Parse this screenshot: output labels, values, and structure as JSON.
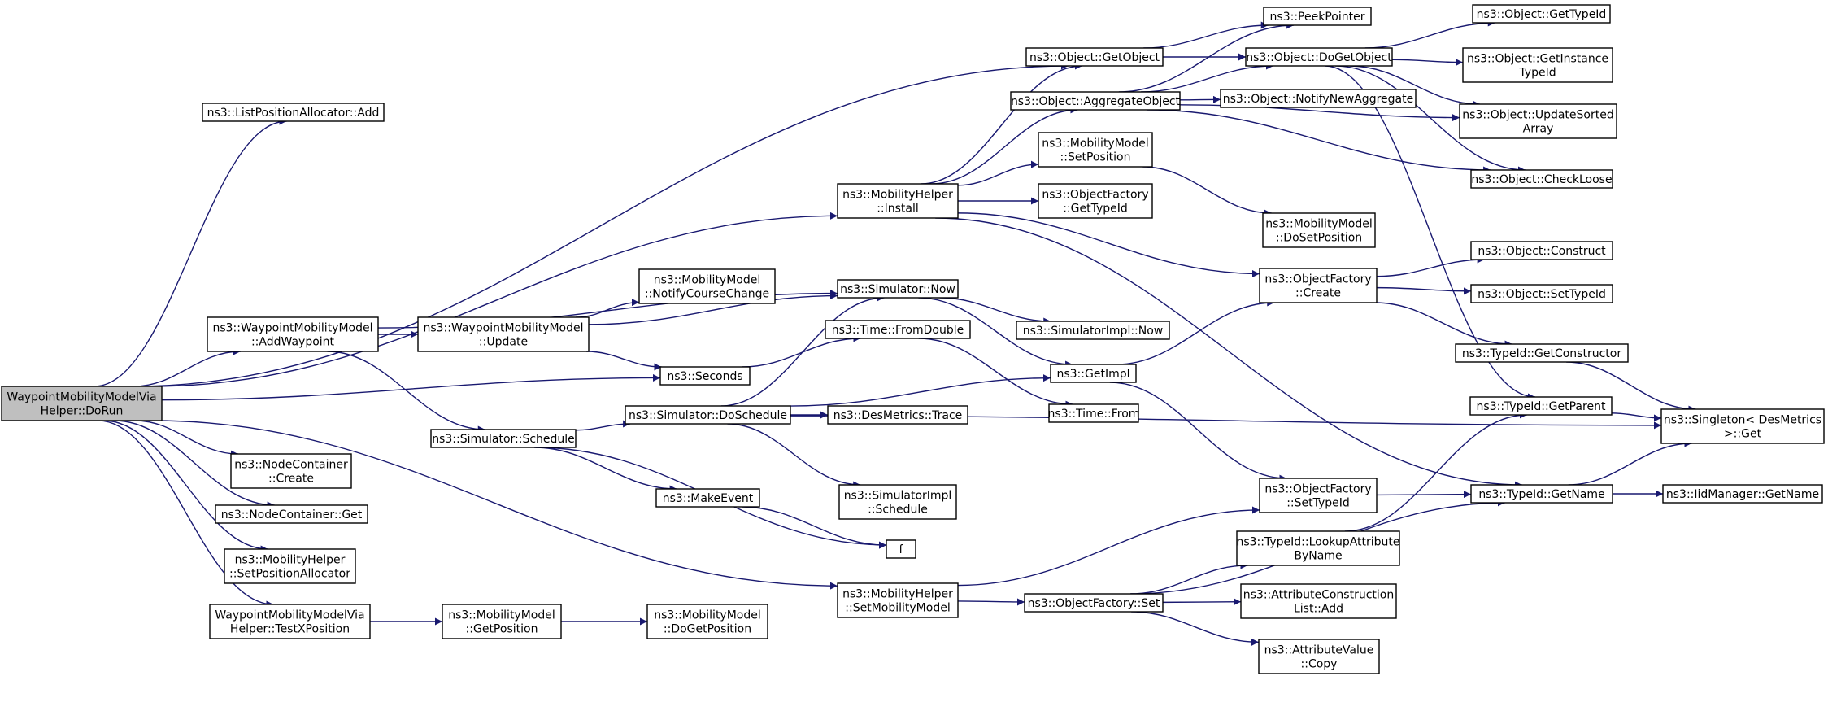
{
  "colors": {
    "edge": "#191970",
    "node_fill": "#ffffff",
    "root_fill": "#bfbfbf",
    "border_normal": "#000000",
    "border_truncated": "#ff0000"
  },
  "nodes": [
    {
      "id": "root",
      "lines": [
        "WaypointMobilityModelVia",
        "Helper::DoRun"
      ],
      "style": "root"
    },
    {
      "id": "lpa_add",
      "lines": [
        "ns3::ListPositionAllocator::Add"
      ],
      "style": "normal"
    },
    {
      "id": "wp_add",
      "lines": [
        "ns3::WaypointMobilityModel",
        "::AddWaypoint"
      ],
      "style": "normal"
    },
    {
      "id": "nc_create",
      "lines": [
        "ns3::NodeContainer",
        "::Create"
      ],
      "style": "normal"
    },
    {
      "id": "nc_get",
      "lines": [
        "ns3::NodeContainer::Get"
      ],
      "style": "normal"
    },
    {
      "id": "mh_setpos",
      "lines": [
        "ns3::MobilityHelper",
        "::SetPositionAllocator"
      ],
      "style": "normal"
    },
    {
      "id": "testx",
      "lines": [
        "WaypointMobilityModelVia",
        "Helper::TestXPosition"
      ],
      "style": "normal"
    },
    {
      "id": "wp_update",
      "lines": [
        "ns3::WaypointMobilityModel",
        "::Update"
      ],
      "style": "normal"
    },
    {
      "id": "sim_schedule",
      "lines": [
        "ns3::Simulator::Schedule"
      ],
      "style": "normal"
    },
    {
      "id": "mm_getpos",
      "lines": [
        "ns3::MobilityModel",
        "::GetPosition"
      ],
      "style": "normal"
    },
    {
      "id": "mm_notify",
      "lines": [
        "ns3::MobilityModel",
        "::NotifyCourseChange"
      ],
      "style": "normal"
    },
    {
      "id": "seconds",
      "lines": [
        "ns3::Seconds"
      ],
      "style": "normal"
    },
    {
      "id": "sim_dosched",
      "lines": [
        "ns3::Simulator::DoSchedule"
      ],
      "style": "normal"
    },
    {
      "id": "makeevent",
      "lines": [
        "ns3::MakeEvent"
      ],
      "style": "normal"
    },
    {
      "id": "mm_dogetpos",
      "lines": [
        "ns3::MobilityModel",
        "::DoGetPosition"
      ],
      "style": "normal"
    },
    {
      "id": "mh_install",
      "lines": [
        "ns3::MobilityHelper",
        "::Install"
      ],
      "style": "normal"
    },
    {
      "id": "sim_now",
      "lines": [
        "ns3::Simulator::Now"
      ],
      "style": "normal"
    },
    {
      "id": "time_fromdouble",
      "lines": [
        "ns3::Time::FromDouble"
      ],
      "style": "normal"
    },
    {
      "id": "desmetrics_trace",
      "lines": [
        "ns3::DesMetrics::Trace"
      ],
      "style": "truncated"
    },
    {
      "id": "simimpl_schedule",
      "lines": [
        "ns3::SimulatorImpl",
        "::Schedule"
      ],
      "style": "normal"
    },
    {
      "id": "f",
      "lines": [
        "f"
      ],
      "style": "normal"
    },
    {
      "id": "mh_setmm",
      "lines": [
        "ns3::MobilityHelper",
        "::SetMobilityModel"
      ],
      "style": "normal"
    },
    {
      "id": "obj_getobject",
      "lines": [
        "ns3::Object::GetObject"
      ],
      "style": "normal"
    },
    {
      "id": "obj_aggregate",
      "lines": [
        "ns3::Object::AggregateObject"
      ],
      "style": "normal"
    },
    {
      "id": "mm_setposition",
      "lines": [
        "ns3::MobilityModel",
        "::SetPosition"
      ],
      "style": "normal"
    },
    {
      "id": "of_gettypeid",
      "lines": [
        "ns3::ObjectFactory",
        "::GetTypeId"
      ],
      "style": "normal"
    },
    {
      "id": "simimpl_now",
      "lines": [
        "ns3::SimulatorImpl::Now"
      ],
      "style": "normal"
    },
    {
      "id": "getimpl",
      "lines": [
        "ns3::GetImpl"
      ],
      "style": "truncated"
    },
    {
      "id": "time_from",
      "lines": [
        "ns3::Time::From"
      ],
      "style": "truncated"
    },
    {
      "id": "of_set",
      "lines": [
        "ns3::ObjectFactory::Set"
      ],
      "style": "normal"
    },
    {
      "id": "peekpointer",
      "lines": [
        "ns3::PeekPointer"
      ],
      "style": "normal"
    },
    {
      "id": "obj_dogetobject",
      "lines": [
        "ns3::Object::DoGetObject"
      ],
      "style": "normal"
    },
    {
      "id": "obj_notifyagg",
      "lines": [
        "ns3::Object::NotifyNewAggregate"
      ],
      "style": "normal"
    },
    {
      "id": "mm_dosetpos",
      "lines": [
        "ns3::MobilityModel",
        "::DoSetPosition"
      ],
      "style": "normal"
    },
    {
      "id": "of_create",
      "lines": [
        "ns3::ObjectFactory",
        "::Create"
      ],
      "style": "normal"
    },
    {
      "id": "of_settypeid",
      "lines": [
        "ns3::ObjectFactory",
        "::SetTypeId"
      ],
      "style": "normal"
    },
    {
      "id": "tid_lookupattr",
      "lines": [
        "ns3::TypeId::LookupAttribute",
        "ByName"
      ],
      "style": "truncated"
    },
    {
      "id": "acl_add",
      "lines": [
        "ns3::AttributeConstruction",
        "List::Add"
      ],
      "style": "normal"
    },
    {
      "id": "av_copy",
      "lines": [
        "ns3::AttributeValue",
        "::Copy"
      ],
      "style": "normal"
    },
    {
      "id": "obj_gettypeid",
      "lines": [
        "ns3::Object::GetTypeId"
      ],
      "style": "truncated"
    },
    {
      "id": "obj_getinsttypeid",
      "lines": [
        "ns3::Object::GetInstance",
        "TypeId"
      ],
      "style": "normal"
    },
    {
      "id": "obj_updatesorted",
      "lines": [
        "ns3::Object::UpdateSorted",
        "Array"
      ],
      "style": "normal"
    },
    {
      "id": "obj_checkloose",
      "lines": [
        "ns3::Object::CheckLoose"
      ],
      "style": "truncated"
    },
    {
      "id": "obj_construct",
      "lines": [
        "ns3::Object::Construct"
      ],
      "style": "truncated"
    },
    {
      "id": "obj_settypeid",
      "lines": [
        "ns3::Object::SetTypeId"
      ],
      "style": "truncated"
    },
    {
      "id": "tid_getconstructor",
      "lines": [
        "ns3::TypeId::GetConstructor"
      ],
      "style": "truncated"
    },
    {
      "id": "tid_getparent",
      "lines": [
        "ns3::TypeId::GetParent"
      ],
      "style": "truncated"
    },
    {
      "id": "tid_getname",
      "lines": [
        "ns3::TypeId::GetName"
      ],
      "style": "normal"
    },
    {
      "id": "singleton_get",
      "lines": [
        "ns3::Singleton< DesMetrics",
        ">::Get"
      ],
      "style": "normal"
    },
    {
      "id": "iidmgr_getname",
      "lines": [
        "ns3::IidManager::GetName"
      ],
      "style": "truncated"
    }
  ],
  "edges": [
    [
      "root",
      "lpa_add"
    ],
    [
      "root",
      "wp_add"
    ],
    [
      "root",
      "nc_create"
    ],
    [
      "root",
      "nc_get"
    ],
    [
      "root",
      "mh_setpos"
    ],
    [
      "root",
      "testx"
    ],
    [
      "root",
      "mh_install"
    ],
    [
      "root",
      "mh_setmm"
    ],
    [
      "root",
      "seconds"
    ],
    [
      "root",
      "obj_getobject"
    ],
    [
      "wp_add",
      "wp_update"
    ],
    [
      "wp_add",
      "sim_schedule"
    ],
    [
      "wp_add",
      "sim_now"
    ],
    [
      "wp_update",
      "mm_notify"
    ],
    [
      "wp_update",
      "seconds"
    ],
    [
      "wp_update",
      "sim_now"
    ],
    [
      "testx",
      "mm_getpos"
    ],
    [
      "mm_getpos",
      "mm_dogetpos"
    ],
    [
      "sim_schedule",
      "sim_dosched"
    ],
    [
      "sim_schedule",
      "makeevent"
    ],
    [
      "sim_schedule",
      "f"
    ],
    [
      "sim_dosched",
      "desmetrics_trace"
    ],
    [
      "sim_dosched",
      "simimpl_schedule"
    ],
    [
      "sim_dosched",
      "getimpl"
    ],
    [
      "sim_dosched",
      "singleton_get"
    ],
    [
      "sim_dosched",
      "sim_now"
    ],
    [
      "makeevent",
      "f"
    ],
    [
      "seconds",
      "time_fromdouble"
    ],
    [
      "time_fromdouble",
      "time_from"
    ],
    [
      "sim_now",
      "simimpl_now"
    ],
    [
      "sim_now",
      "getimpl"
    ],
    [
      "getimpl",
      "of_create"
    ],
    [
      "getimpl",
      "of_settypeid"
    ],
    [
      "mh_install",
      "obj_getobject"
    ],
    [
      "mh_install",
      "obj_aggregate"
    ],
    [
      "mh_install",
      "mm_setposition"
    ],
    [
      "mh_install",
      "of_gettypeid"
    ],
    [
      "mh_install",
      "of_create"
    ],
    [
      "mh_install",
      "tid_getname"
    ],
    [
      "mh_setmm",
      "of_settypeid"
    ],
    [
      "mh_setmm",
      "of_set"
    ],
    [
      "obj_getobject",
      "peekpointer"
    ],
    [
      "obj_getobject",
      "obj_dogetobject"
    ],
    [
      "obj_aggregate",
      "peekpointer"
    ],
    [
      "obj_aggregate",
      "obj_dogetobject"
    ],
    [
      "obj_aggregate",
      "obj_notifyagg"
    ],
    [
      "obj_aggregate",
      "obj_updatesorted"
    ],
    [
      "obj_aggregate",
      "obj_checkloose"
    ],
    [
      "obj_dogetobject",
      "obj_gettypeid"
    ],
    [
      "obj_dogetobject",
      "obj_getinsttypeid"
    ],
    [
      "obj_dogetobject",
      "obj_updatesorted"
    ],
    [
      "obj_dogetobject",
      "obj_checkloose"
    ],
    [
      "obj_dogetobject",
      "tid_getparent"
    ],
    [
      "mm_setposition",
      "mm_dosetpos"
    ],
    [
      "of_create",
      "obj_construct"
    ],
    [
      "of_create",
      "obj_settypeid"
    ],
    [
      "of_create",
      "tid_getconstructor"
    ],
    [
      "of_settypeid",
      "tid_getname"
    ],
    [
      "tid_lookupattr",
      "tid_getparent"
    ],
    [
      "of_set",
      "tid_lookupattr"
    ],
    [
      "of_set",
      "acl_add"
    ],
    [
      "of_set",
      "av_copy"
    ],
    [
      "of_set",
      "tid_getname"
    ],
    [
      "tid_getconstructor",
      "singleton_get"
    ],
    [
      "tid_getparent",
      "singleton_get"
    ],
    [
      "tid_getname",
      "singleton_get"
    ],
    [
      "tid_getname",
      "iidmgr_getname"
    ]
  ]
}
